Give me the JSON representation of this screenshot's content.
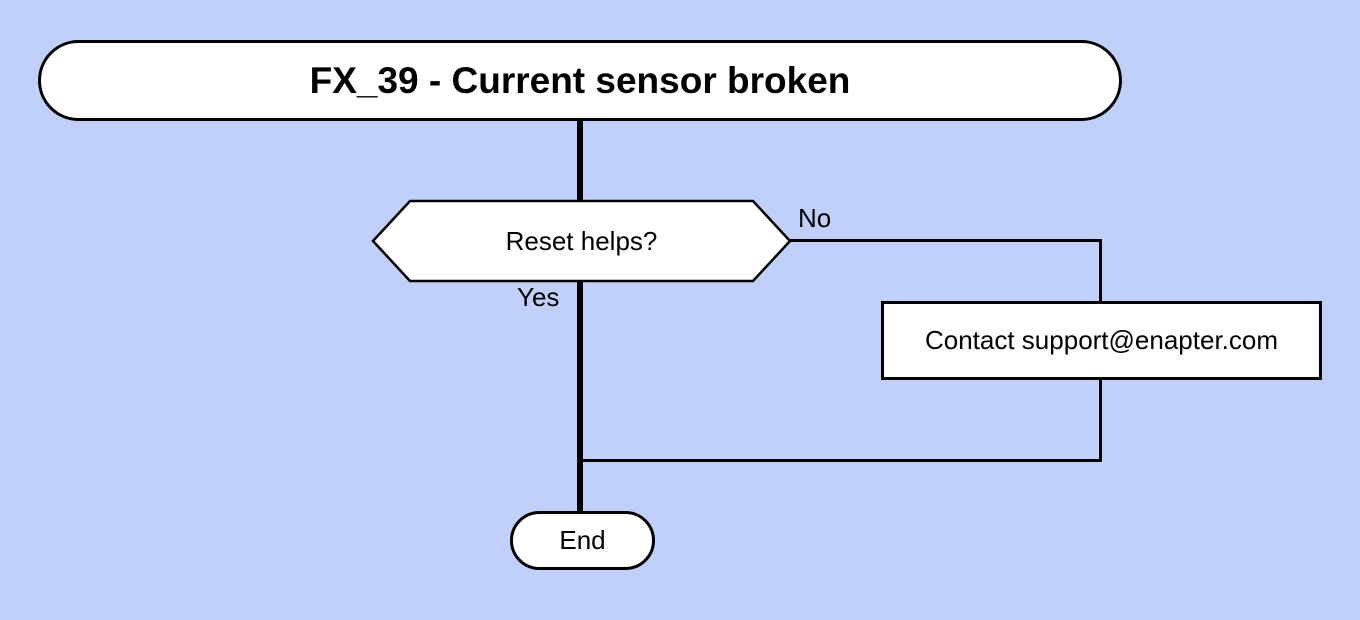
{
  "colors": {
    "page_background": "#c1d0fb",
    "node_fill": "#ffffff",
    "stroke": "#000000"
  },
  "flowchart": {
    "title_node": "FX_39 - Current sensor broken",
    "decision_node": "Reset helps?",
    "no_branch_label": "No",
    "yes_branch_label": "Yes",
    "contact_node": "Contact support@enapter.com",
    "end_node": "End"
  }
}
